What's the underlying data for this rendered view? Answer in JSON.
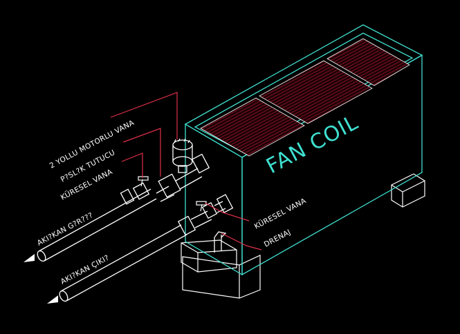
{
  "diagram": {
    "title": "FAN COIL",
    "labels": {
      "motorized_valve": "2 YOLLU MOTORLU VANA",
      "dirt_holder": "P?SL?K TUTUCU",
      "ball_valve_left": "KÜRESEL VANA",
      "ball_valve_right": "KÜRESEL VANA",
      "drain": "DRENAJ",
      "fluid_in": "AKI?KAN G?R???",
      "fluid_out": "AKI?KAN ÇIKI?"
    },
    "colors": {
      "background": "#000000",
      "unit_outline": "#3fe0d0",
      "equipment": "#ffffff",
      "leader_lines": "#e0304a",
      "grille": "#7a1020"
    }
  }
}
